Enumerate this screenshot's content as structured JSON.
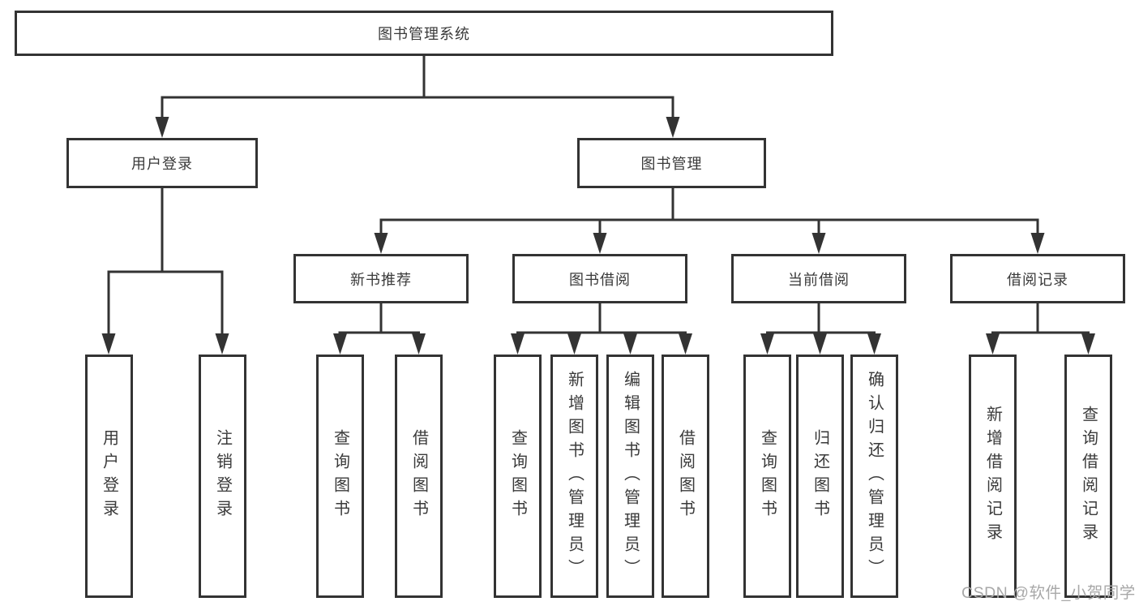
{
  "diagram": {
    "root": {
      "label": "图书管理系统"
    },
    "branches": [
      {
        "label": "用户登录",
        "children": [
          {
            "label": "用户登录"
          },
          {
            "label": "注销登录"
          }
        ]
      },
      {
        "label": "图书管理",
        "children": [
          {
            "label": "新书推荐",
            "children": [
              {
                "label": "查询图书"
              },
              {
                "label": "借阅图书"
              }
            ]
          },
          {
            "label": "图书借阅",
            "children": [
              {
                "label": "查询图书"
              },
              {
                "label": "新增图书（管理员）"
              },
              {
                "label": "编辑图书（管理员）"
              },
              {
                "label": "借阅图书"
              }
            ]
          },
          {
            "label": "当前借阅",
            "children": [
              {
                "label": "查询图书"
              },
              {
                "label": "归还图书"
              },
              {
                "label": "确认归还（管理员）"
              }
            ]
          },
          {
            "label": "借阅记录",
            "children": [
              {
                "label": "新增借阅记录"
              },
              {
                "label": "查询借阅记录"
              }
            ]
          }
        ]
      }
    ]
  },
  "watermark": {
    "text": "CSDN @软件_小贺同学"
  },
  "colors": {
    "line": "#333333",
    "node_border": "#333333",
    "node_text": "#3a3a3a",
    "background": "#ffffff",
    "watermark_gray": "#a8a8a8"
  }
}
